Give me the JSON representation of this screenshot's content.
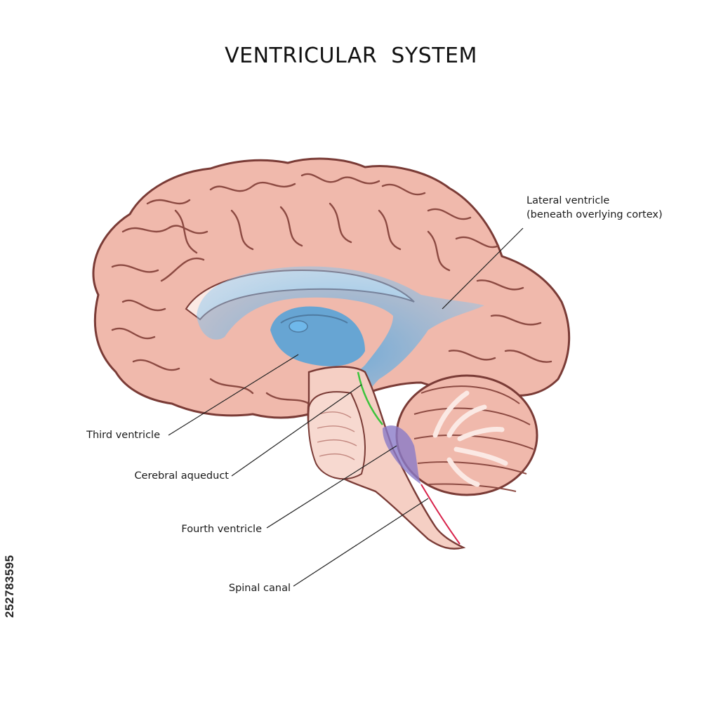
{
  "title": "VENTRICULAR  SYSTEM",
  "labels": {
    "lateral_ventricle_line1": "Lateral ventricle",
    "lateral_ventricle_line2": "(beneath overlying cortex)",
    "third_ventricle": "Third ventricle",
    "cerebral_aqueduct": "Cerebral aqueduct",
    "fourth_ventricle": "Fourth ventricle",
    "spinal_canal": "Spinal canal"
  },
  "stock_id": "252783595",
  "colors": {
    "cortex": "#f0b9ac",
    "cortex_outline": "#7a3b36",
    "sulci": "#8c4a42",
    "ventricle": "#5fb1e6",
    "brainstem": "#f5cfc4",
    "aqueduct_line": "#3cc43c",
    "spinal_canal_line": "#d8224a",
    "fourth_ventricle_fill": "#8a7ac8"
  }
}
